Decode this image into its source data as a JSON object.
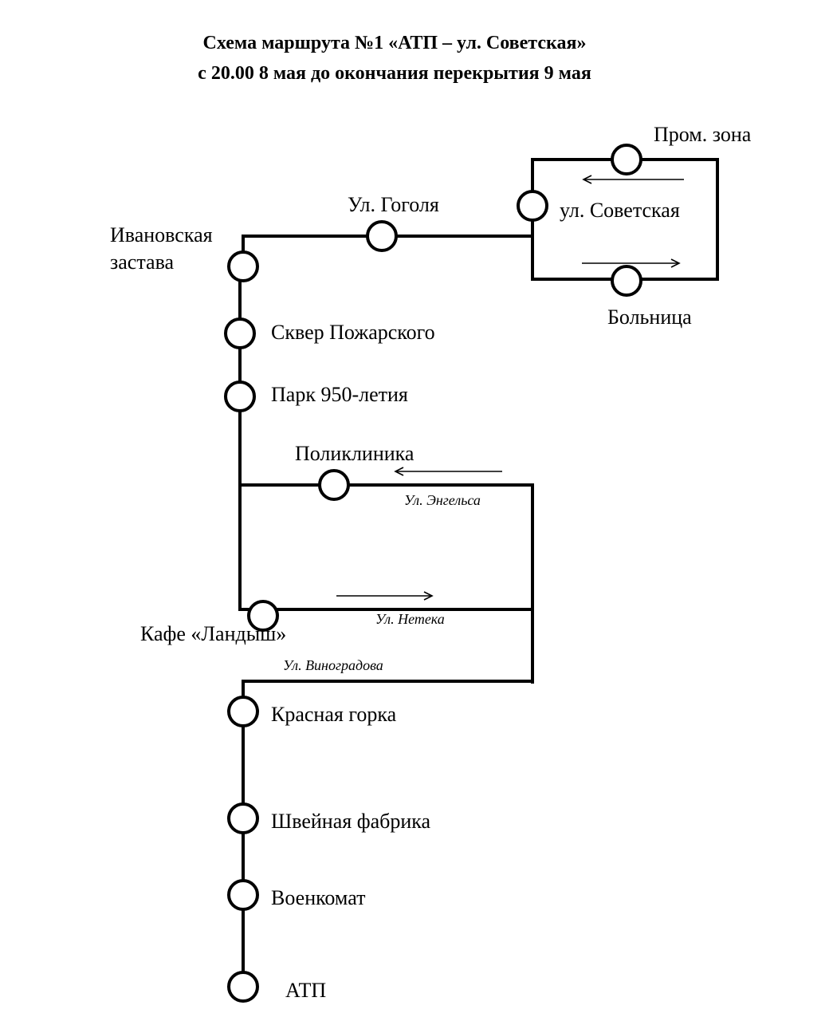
{
  "title": {
    "line1": "Схема маршрута №1 «АТП – ул. Советская»",
    "line2": "с 20.00 8 мая до окончания перекрытия 9 мая"
  },
  "stops": {
    "prom_zona": "Пром. зона",
    "sovetskaya": "ул. Советская",
    "bolnitsa": "Больница",
    "gogolya": "Ул. Гоголя",
    "ivanovskaya_line1": "Ивановская",
    "ivanovskaya_line2": "застава",
    "skver": "Сквер Пожарского",
    "park": "Парк 950-летия",
    "poliklinika": "Поликлиника",
    "landysh": "Кафе «Ландыш»",
    "krasnaya_gorka": "Красная горка",
    "shveynaya": "Швейная фабрика",
    "voenkomat": "Военкомат",
    "atp": "АТП"
  },
  "streets": {
    "engelsa": "Ул. Энгельса",
    "neteka": "Ул. Нетека",
    "vinogradova": "Ул. Виноградова"
  },
  "colors": {
    "line": "#000000",
    "stop_fill": "#ffffff",
    "background": "#ffffff"
  }
}
